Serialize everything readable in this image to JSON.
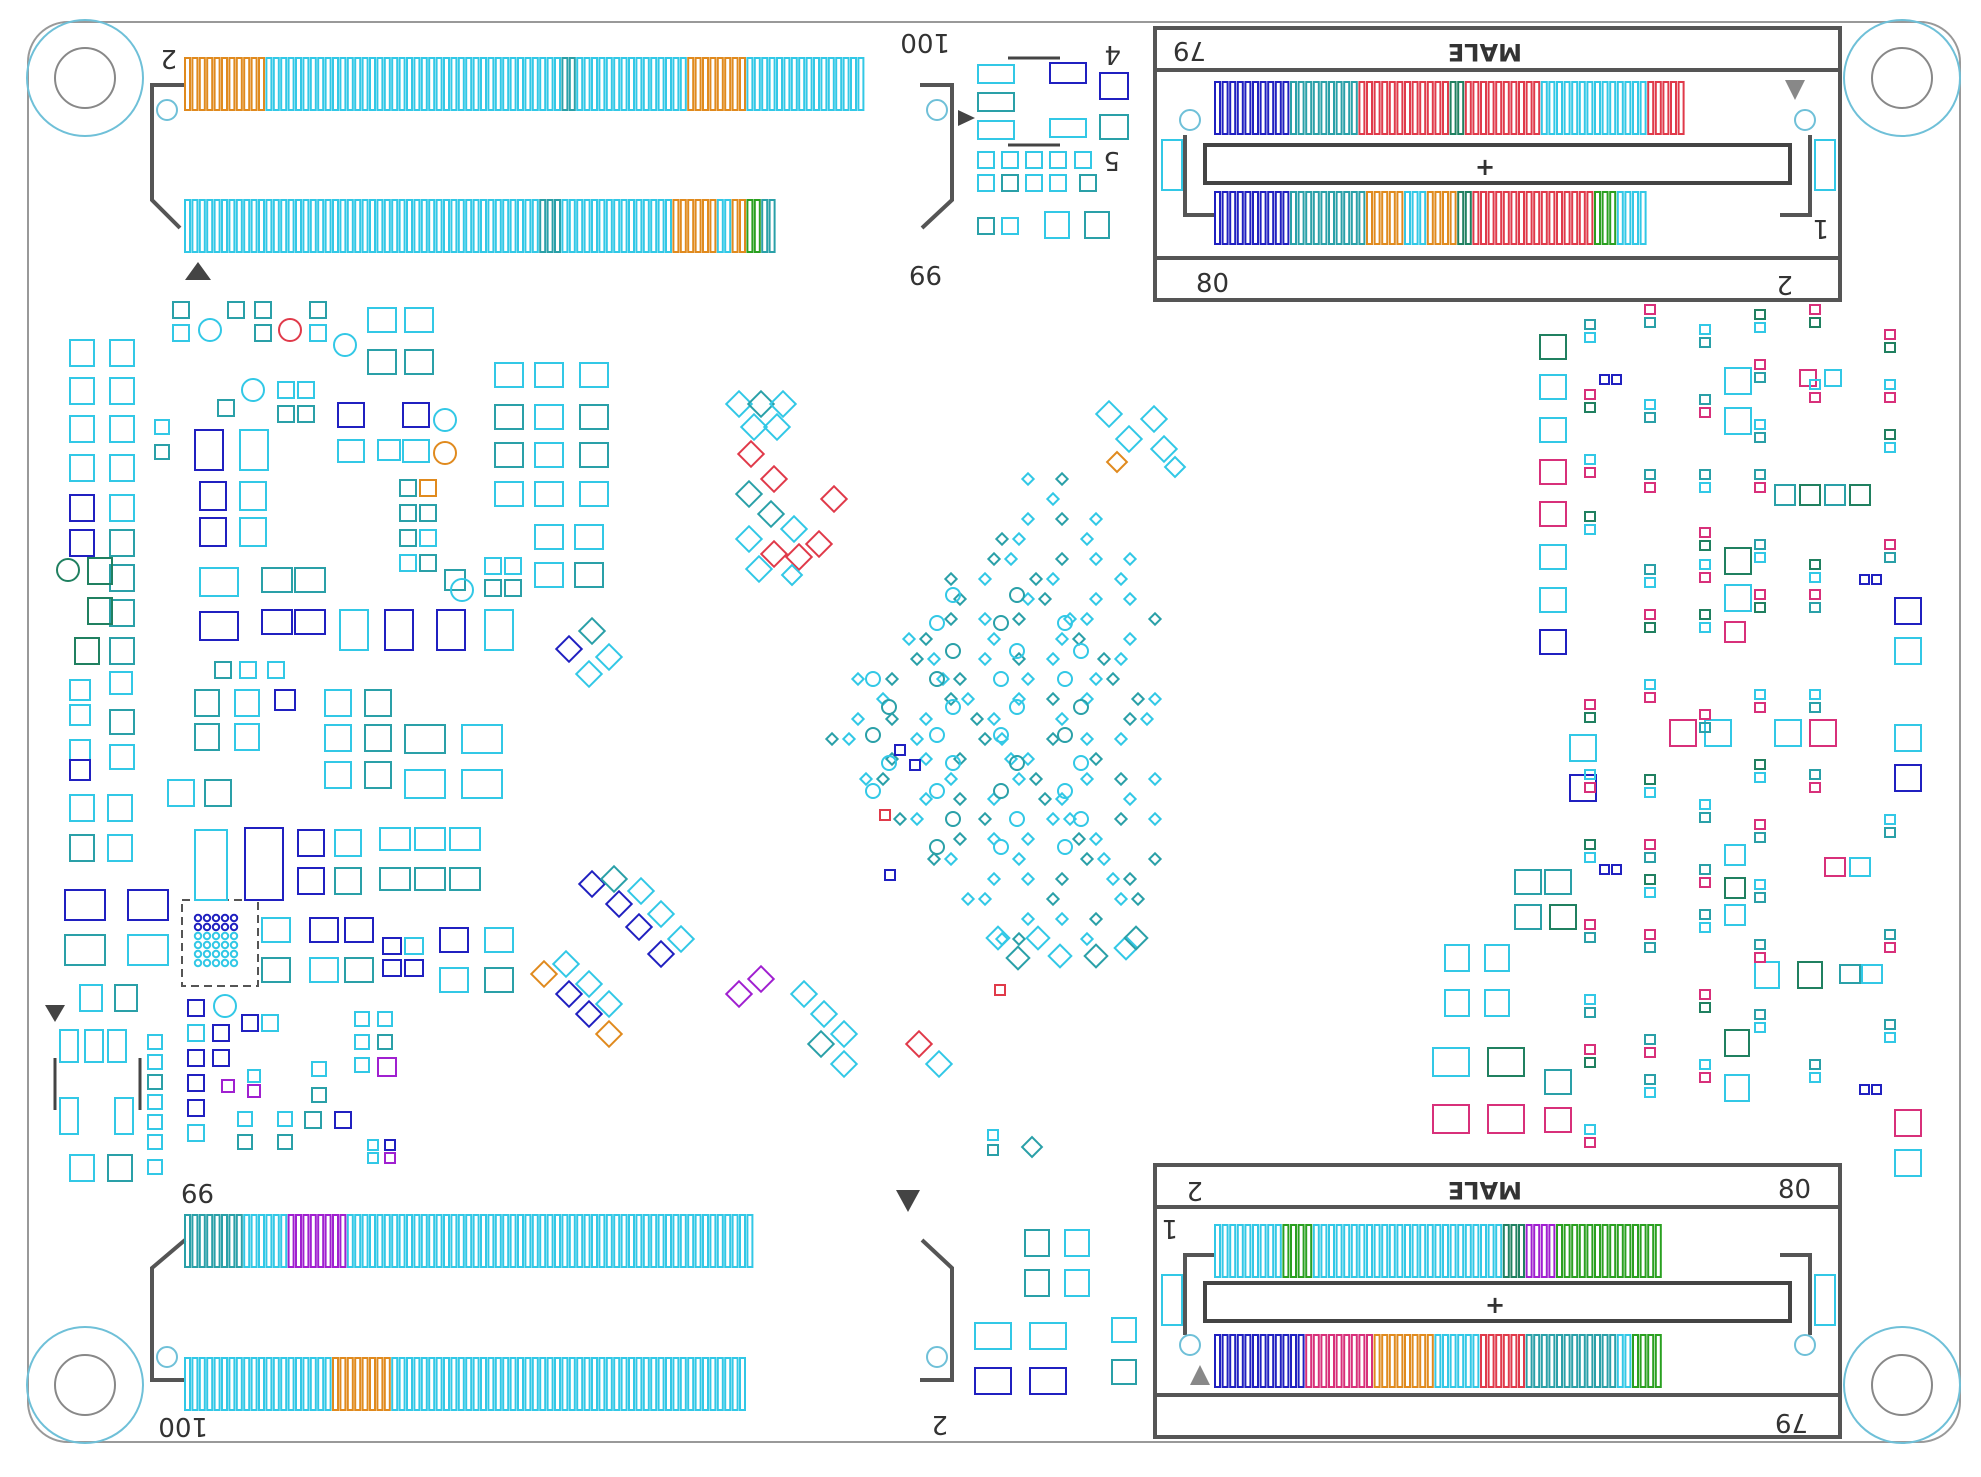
{
  "board": {
    "outline_color": "#333333",
    "pad_colors": {
      "cyan": "#32c8e6",
      "teal": "#2aa0a8",
      "orange": "#e08a1e",
      "green": "#2aa020",
      "red": "#e03a4a",
      "blue": "#2020c0",
      "purple": "#a020d0",
      "pink": "#d8307a",
      "darkgreen": "#208060"
    }
  },
  "top_left_connector": {
    "pin_first": "2",
    "pin_last": "100",
    "pin_bottom_right": "99"
  },
  "bottom_left_connector": {
    "pin_first": "99",
    "pin_last": "100",
    "pin_bottom_right": "2"
  },
  "top_right_connector": {
    "gender": "MALE",
    "pin_top_left": "79",
    "pin_bottom_left": "80",
    "pin_bottom_right": "2",
    "pin_right": "1",
    "polarity": "+"
  },
  "bottom_right_connector": {
    "gender": "MALE",
    "pin_top_left": "2",
    "pin_top_right": "80",
    "pin_left": "1",
    "pin_bottom_right": "79",
    "polarity": "+"
  },
  "small_connector": {
    "pin_a": "4",
    "pin_b": "5"
  }
}
